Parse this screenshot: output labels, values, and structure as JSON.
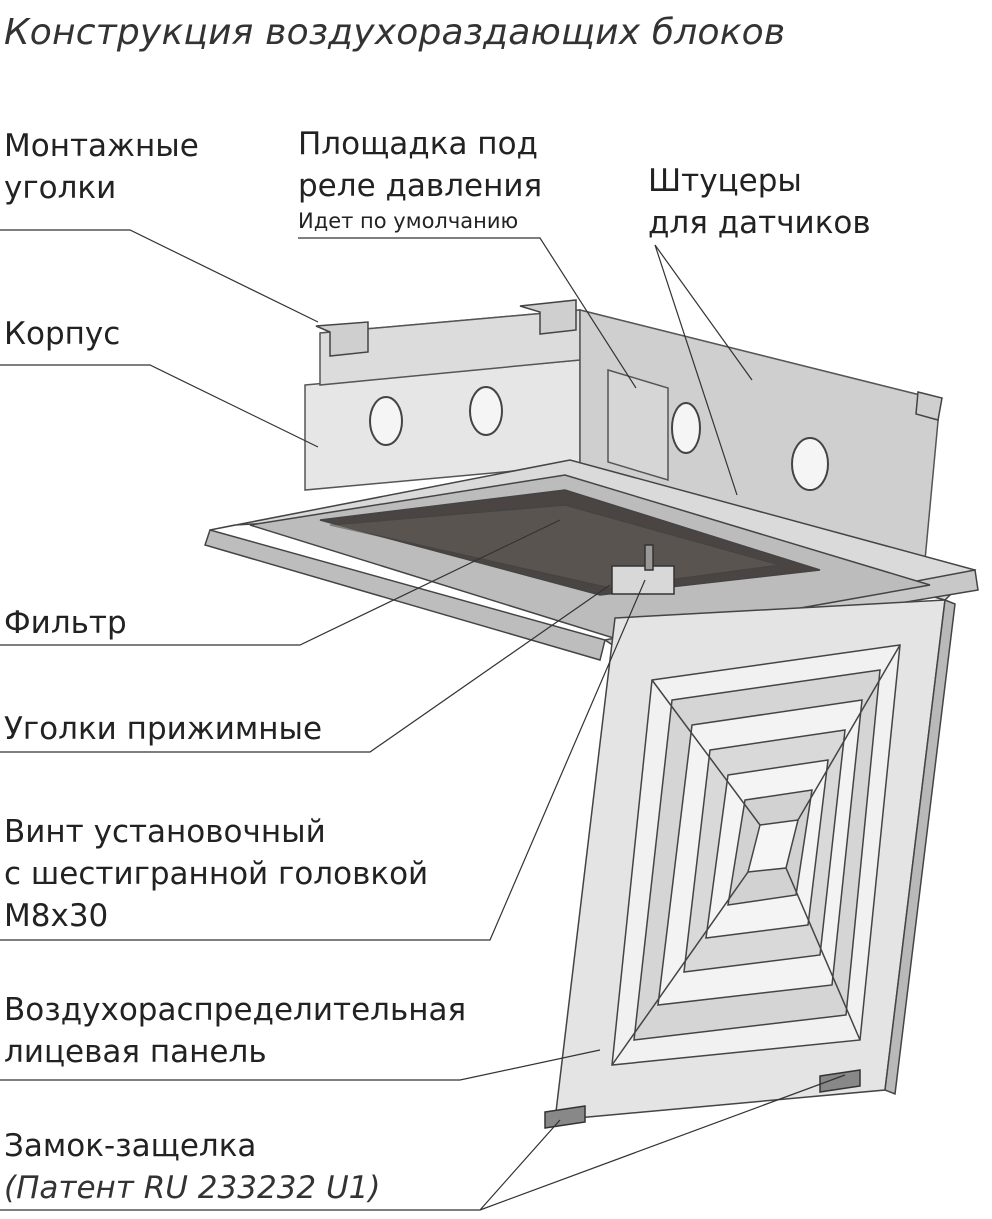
{
  "title": "Конструкция воздухораздающих блоков",
  "labels": {
    "mount_corners": [
      "Монтажные",
      "уголки"
    ],
    "relay_pad": [
      "Площадка под",
      "реле давления"
    ],
    "relay_pad_note": "Идет по умолчанию",
    "sensor_fittings": [
      "Штуцеры",
      "для датчиков"
    ],
    "housing": "Корпус",
    "filter": "Фильтр",
    "clamp_corners": "Уголки прижимные",
    "set_screw": [
      "Винт установочный",
      "с шестигранной головкой",
      "М8х30"
    ],
    "face_panel": [
      "Воздухораспределительная",
      "лицевая панель"
    ],
    "latch": "Замок-защелка",
    "latch_patent": "(Патент RU 233232 U1)"
  },
  "colors": {
    "text": "#222222",
    "leader": "#333333",
    "metal_light": "#e9e9e9",
    "metal_mid": "#d2d2d2",
    "metal_dark": "#a8a8a8",
    "filter_dark": "#4a4542"
  }
}
